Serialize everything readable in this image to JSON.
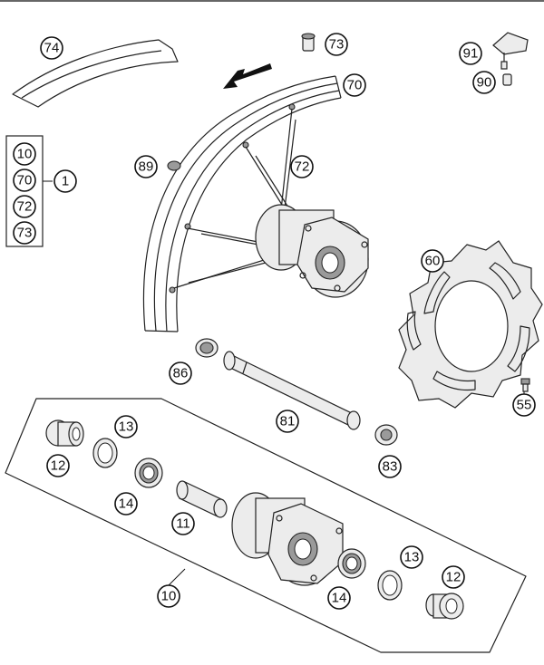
{
  "diagram": {
    "kit_box": {
      "parent_label": "1",
      "items": [
        "10",
        "70",
        "72",
        "73"
      ]
    },
    "hub_kit_label": "10",
    "callouts": [
      {
        "id": "c74",
        "label": "74"
      },
      {
        "id": "c73",
        "label": "73"
      },
      {
        "id": "c91",
        "label": "91"
      },
      {
        "id": "c90",
        "label": "90"
      },
      {
        "id": "c70",
        "label": "70"
      },
      {
        "id": "c89",
        "label": "89"
      },
      {
        "id": "c72",
        "label": "72"
      },
      {
        "id": "c60",
        "label": "60"
      },
      {
        "id": "c86",
        "label": "86"
      },
      {
        "id": "c81",
        "label": "81"
      },
      {
        "id": "c55",
        "label": "55"
      },
      {
        "id": "c83",
        "label": "83"
      },
      {
        "id": "c13a",
        "label": "13"
      },
      {
        "id": "c12a",
        "label": "12"
      },
      {
        "id": "c14a",
        "label": "14"
      },
      {
        "id": "c11",
        "label": "11"
      },
      {
        "id": "c13b",
        "label": "13"
      },
      {
        "id": "c12b",
        "label": "12"
      },
      {
        "id": "c14b",
        "label": "14"
      }
    ],
    "colors": {
      "line": "#222222",
      "fill_light": "#ececec",
      "fill_dark": "#9a9a9a",
      "arrow": "#111111"
    }
  }
}
